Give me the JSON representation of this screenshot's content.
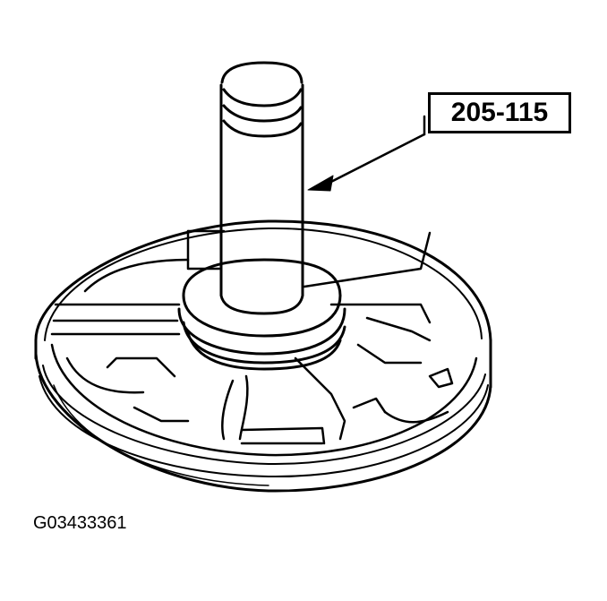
{
  "diagram": {
    "subject": "special service tool installed on pump assembly",
    "callout": {
      "label": "205-115",
      "points_to": "tool-shaft"
    },
    "figure_id": "G03433361",
    "colors": {
      "line": "#000000",
      "background": "#ffffff"
    }
  }
}
